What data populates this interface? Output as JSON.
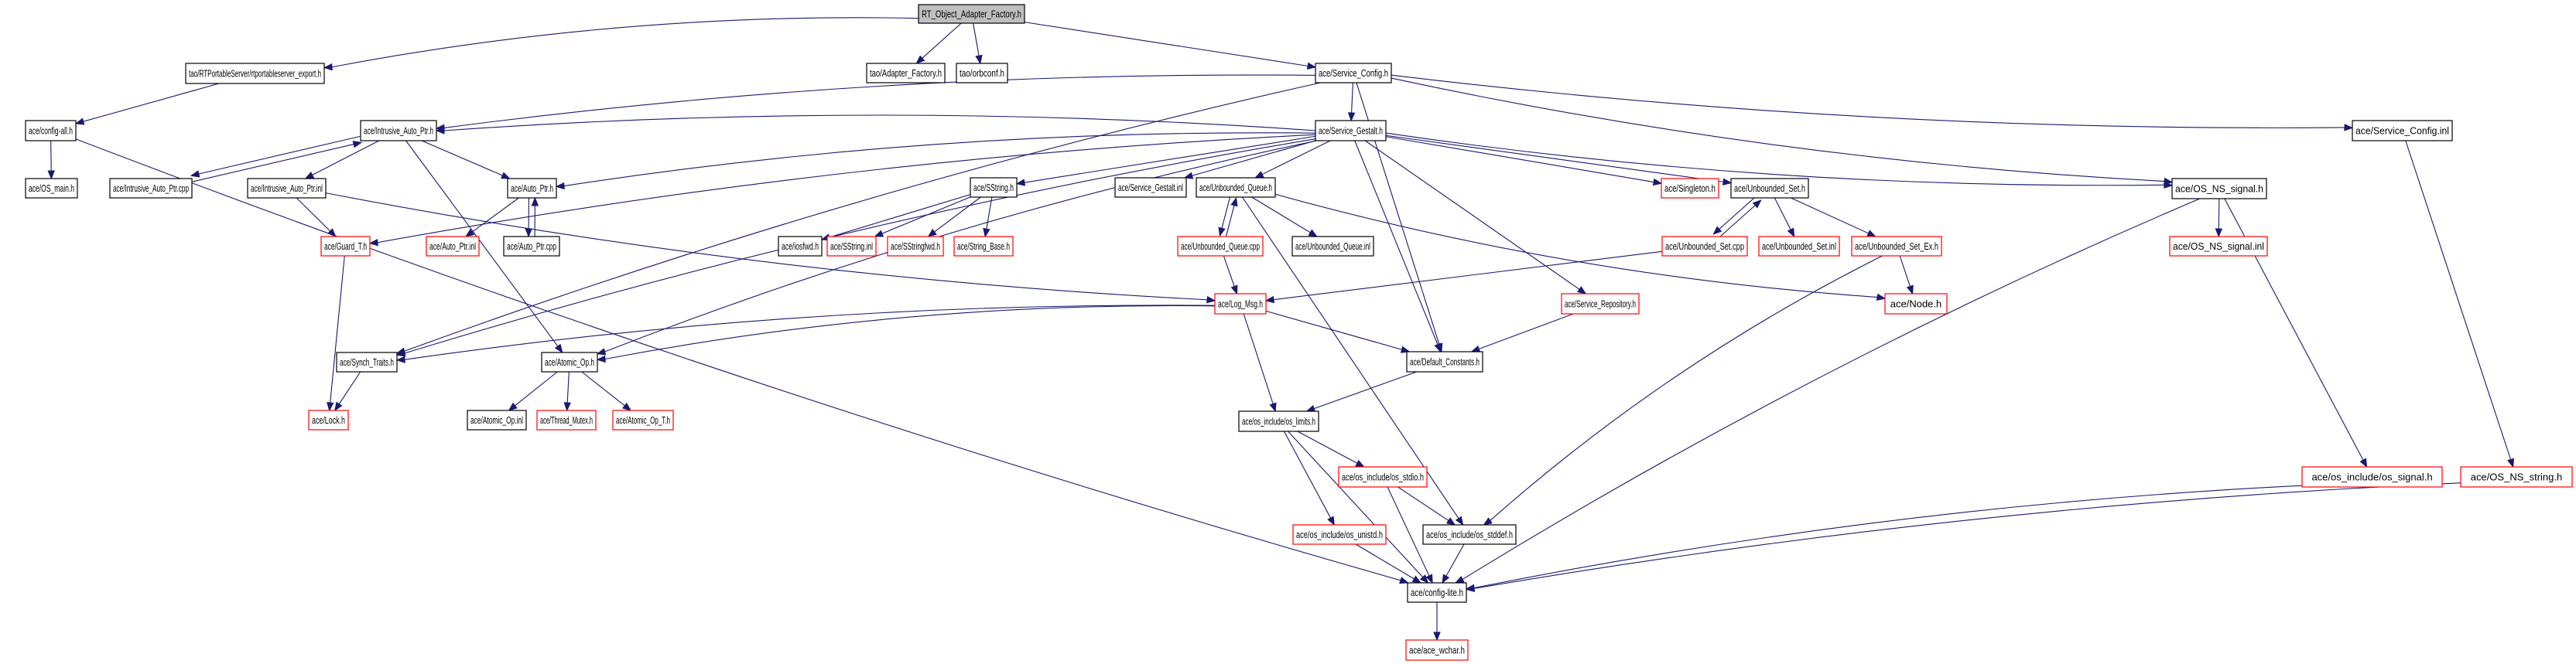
{
  "title": "RT_Object_Adapter_Factory.h include dependency graph",
  "colors": {
    "edge": "#191970",
    "root_fill": "#bfbfbf",
    "border_documented": "#000000",
    "border_undocumented": "#ff0000",
    "node_fill": "#ffffff"
  },
  "nodes": [
    {
      "id": "root",
      "label": "RT_Object_Adapter_Factory.h",
      "kind": "root"
    },
    {
      "id": "rtps_export",
      "label": "tao/RTPortableServer/rtportableserver_export.h",
      "kind": "doc"
    },
    {
      "id": "adapter_factory",
      "label": "tao/Adapter_Factory.h",
      "kind": "doc"
    },
    {
      "id": "orbconf",
      "label": "tao/orbconf.h",
      "kind": "doc"
    },
    {
      "id": "service_config",
      "label": "ace/Service_Config.h",
      "kind": "doc"
    },
    {
      "id": "config_all",
      "label": "ace/config-all.h",
      "kind": "doc"
    },
    {
      "id": "os_main",
      "label": "ace/OS_main.h",
      "kind": "doc"
    },
    {
      "id": "intrusive_h",
      "label": "ace/Intrusive_Auto_Ptr.h",
      "kind": "doc"
    },
    {
      "id": "intrusive_cpp",
      "label": "ace/Intrusive_Auto_Ptr.cpp",
      "kind": "doc"
    },
    {
      "id": "intrusive_inl",
      "label": "ace/Intrusive_Auto_Ptr.inl",
      "kind": "doc"
    },
    {
      "id": "service_gestalt",
      "label": "ace/Service_Gestalt.h",
      "kind": "doc"
    },
    {
      "id": "service_config_inl",
      "label": "ace/Service_Config.inl",
      "kind": "doc"
    },
    {
      "id": "auto_ptr_h",
      "label": "ace/Auto_Ptr.h",
      "kind": "doc"
    },
    {
      "id": "auto_ptr_inl",
      "label": "ace/Auto_Ptr.inl",
      "kind": "undoc"
    },
    {
      "id": "auto_ptr_cpp",
      "label": "ace/Auto_Ptr.cpp",
      "kind": "doc"
    },
    {
      "id": "guard_t",
      "label": "ace/Guard_T.h",
      "kind": "undoc"
    },
    {
      "id": "sstring_h",
      "label": "ace/SString.h",
      "kind": "doc"
    },
    {
      "id": "iosfwd",
      "label": "ace/iosfwd.h",
      "kind": "doc"
    },
    {
      "id": "sstring_inl",
      "label": "ace/SString.inl",
      "kind": "undoc"
    },
    {
      "id": "sstringfwd",
      "label": "ace/SStringfwd.h",
      "kind": "undoc"
    },
    {
      "id": "string_base",
      "label": "ace/String_Base.h",
      "kind": "undoc"
    },
    {
      "id": "service_gestalt_inl",
      "label": "ace/Service_Gestalt.inl",
      "kind": "doc"
    },
    {
      "id": "uq_h",
      "label": "ace/Unbounded_Queue.h",
      "kind": "doc"
    },
    {
      "id": "uq_cpp",
      "label": "ace/Unbounded_Queue.cpp",
      "kind": "undoc"
    },
    {
      "id": "uq_inl",
      "label": "ace/Unbounded_Queue.inl",
      "kind": "doc"
    },
    {
      "id": "singleton",
      "label": "ace/Singleton.h",
      "kind": "undoc"
    },
    {
      "id": "us_h",
      "label": "ace/Unbounded_Set.h",
      "kind": "doc"
    },
    {
      "id": "us_cpp",
      "label": "ace/Unbounded_Set.cpp",
      "kind": "undoc"
    },
    {
      "id": "us_inl",
      "label": "ace/Unbounded_Set.inl",
      "kind": "undoc"
    },
    {
      "id": "us_ex",
      "label": "ace/Unbounded_Set_Ex.h",
      "kind": "undoc"
    },
    {
      "id": "os_ns_signal_h",
      "label": "ace/OS_NS_signal.h",
      "kind": "doc"
    },
    {
      "id": "os_ns_signal_inl",
      "label": "ace/OS_NS_signal.inl",
      "kind": "undoc"
    },
    {
      "id": "log_msg",
      "label": "ace/Log_Msg.h",
      "kind": "undoc"
    },
    {
      "id": "service_repo",
      "label": "ace/Service_Repository.h",
      "kind": "undoc"
    },
    {
      "id": "node_h",
      "label": "ace/Node.h",
      "kind": "undoc"
    },
    {
      "id": "synch_traits",
      "label": "ace/Synch_Traits.h",
      "kind": "doc"
    },
    {
      "id": "atomic_op_h",
      "label": "ace/Atomic_Op.h",
      "kind": "doc"
    },
    {
      "id": "default_constants",
      "label": "ace/Default_Constants.h",
      "kind": "doc"
    },
    {
      "id": "lock_h",
      "label": "ace/Lock.h",
      "kind": "undoc"
    },
    {
      "id": "atomic_op_inl",
      "label": "ace/Atomic_Op.inl",
      "kind": "doc"
    },
    {
      "id": "thread_mutex",
      "label": "ace/Thread_Mutex.h",
      "kind": "undoc"
    },
    {
      "id": "atomic_op_t",
      "label": "ace/Atomic_Op_T.h",
      "kind": "undoc"
    },
    {
      "id": "os_limits",
      "label": "ace/os_include/os_limits.h",
      "kind": "doc"
    },
    {
      "id": "os_stdio",
      "label": "ace/os_include/os_stdio.h",
      "kind": "undoc"
    },
    {
      "id": "os_unistd",
      "label": "ace/os_include/os_unistd.h",
      "kind": "undoc"
    },
    {
      "id": "os_stddef",
      "label": "ace/os_include/os_stddef.h",
      "kind": "doc"
    },
    {
      "id": "os_signal",
      "label": "ace/os_include/os_signal.h",
      "kind": "undoc"
    },
    {
      "id": "os_ns_string",
      "label": "ace/OS_NS_string.h",
      "kind": "undoc"
    },
    {
      "id": "config_lite",
      "label": "ace/config-lite.h",
      "kind": "doc"
    },
    {
      "id": "ace_wchar",
      "label": "ace/ace_wchar.h",
      "kind": "undoc"
    }
  ],
  "edges": [
    [
      "root",
      "rtps_export"
    ],
    [
      "root",
      "adapter_factory"
    ],
    [
      "root",
      "orbconf"
    ],
    [
      "root",
      "service_config"
    ],
    [
      "rtps_export",
      "config_all"
    ],
    [
      "config_all",
      "os_main"
    ],
    [
      "config_all",
      "config_lite"
    ],
    [
      "service_config",
      "service_gestalt"
    ],
    [
      "service_config",
      "intrusive_h"
    ],
    [
      "service_config",
      "synch_traits"
    ],
    [
      "service_config",
      "service_config_inl"
    ],
    [
      "service_config",
      "os_ns_signal_h"
    ],
    [
      "service_config",
      "default_constants"
    ],
    [
      "intrusive_h",
      "intrusive_cpp"
    ],
    [
      "intrusive_cpp",
      "intrusive_h"
    ],
    [
      "intrusive_h",
      "intrusive_inl"
    ],
    [
      "intrusive_h",
      "auto_ptr_h"
    ],
    [
      "intrusive_h",
      "atomic_op_h"
    ],
    [
      "intrusive_inl",
      "guard_t"
    ],
    [
      "intrusive_inl",
      "log_msg"
    ],
    [
      "service_gestalt",
      "intrusive_h"
    ],
    [
      "service_gestalt",
      "guard_t"
    ],
    [
      "service_gestalt",
      "auto_ptr_h"
    ],
    [
      "service_gestalt",
      "sstring_h"
    ],
    [
      "service_gestalt",
      "service_gestalt_inl"
    ],
    [
      "service_gestalt",
      "uq_h"
    ],
    [
      "service_gestalt",
      "singleton"
    ],
    [
      "service_gestalt",
      "us_h"
    ],
    [
      "service_gestalt",
      "os_ns_signal_h"
    ],
    [
      "service_gestalt",
      "service_repo"
    ],
    [
      "service_gestalt",
      "synch_traits"
    ],
    [
      "service_gestalt",
      "atomic_op_h"
    ],
    [
      "service_gestalt",
      "default_constants"
    ],
    [
      "auto_ptr_h",
      "auto_ptr_inl"
    ],
    [
      "auto_ptr_h",
      "auto_ptr_cpp"
    ],
    [
      "auto_ptr_cpp",
      "auto_ptr_h"
    ],
    [
      "sstring_h",
      "iosfwd"
    ],
    [
      "sstring_h",
      "sstring_inl"
    ],
    [
      "sstring_h",
      "sstringfwd"
    ],
    [
      "sstring_h",
      "string_base"
    ],
    [
      "uq_h",
      "uq_cpp"
    ],
    [
      "uq_cpp",
      "uq_h"
    ],
    [
      "uq_h",
      "uq_inl"
    ],
    [
      "uq_h",
      "node_h"
    ],
    [
      "uq_h",
      "os_stddef"
    ],
    [
      "uq_cpp",
      "log_msg"
    ],
    [
      "us_h",
      "us_cpp"
    ],
    [
      "us_cpp",
      "us_h"
    ],
    [
      "us_h",
      "us_inl"
    ],
    [
      "us_h",
      "us_ex"
    ],
    [
      "us_cpp",
      "log_msg"
    ],
    [
      "us_ex",
      "node_h"
    ],
    [
      "us_ex",
      "os_stddef"
    ],
    [
      "os_ns_signal_h",
      "os_ns_signal_inl"
    ],
    [
      "os_ns_signal_h",
      "os_signal"
    ],
    [
      "os_ns_signal_h",
      "config_lite"
    ],
    [
      "guard_t",
      "lock_h"
    ],
    [
      "log_msg",
      "synch_traits"
    ],
    [
      "log_msg",
      "atomic_op_h"
    ],
    [
      "log_msg",
      "default_constants"
    ],
    [
      "log_msg",
      "os_limits"
    ],
    [
      "service_repo",
      "default_constants"
    ],
    [
      "synch_traits",
      "lock_h"
    ],
    [
      "atomic_op_h",
      "atomic_op_inl"
    ],
    [
      "atomic_op_h",
      "thread_mutex"
    ],
    [
      "atomic_op_h",
      "atomic_op_t"
    ],
    [
      "default_constants",
      "os_limits"
    ],
    [
      "os_limits",
      "os_stdio"
    ],
    [
      "os_limits",
      "os_unistd"
    ],
    [
      "os_limits",
      "config_lite"
    ],
    [
      "os_stdio",
      "os_stddef"
    ],
    [
      "os_stdio",
      "config_lite"
    ],
    [
      "os_unistd",
      "config_lite"
    ],
    [
      "os_stddef",
      "config_lite"
    ],
    [
      "os_signal",
      "config_lite"
    ],
    [
      "service_config_inl",
      "os_ns_string"
    ],
    [
      "os_ns_string",
      "config_lite"
    ],
    [
      "config_lite",
      "ace_wchar"
    ]
  ]
}
